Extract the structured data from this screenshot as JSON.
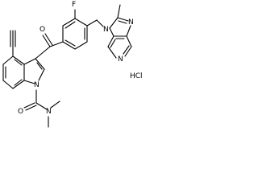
{
  "molecule": {
    "atoms": {
      "oxygen_carbonyl": "O",
      "fluorine": "F",
      "nitrogen_imidazole_1": "N",
      "nitrogen_imidazole_2": "N",
      "nitrogen_pyridine": "N",
      "nitrogen_indole": "N",
      "oxygen_amide": "O",
      "nitrogen_amide": "N"
    },
    "salt": "HCl"
  }
}
